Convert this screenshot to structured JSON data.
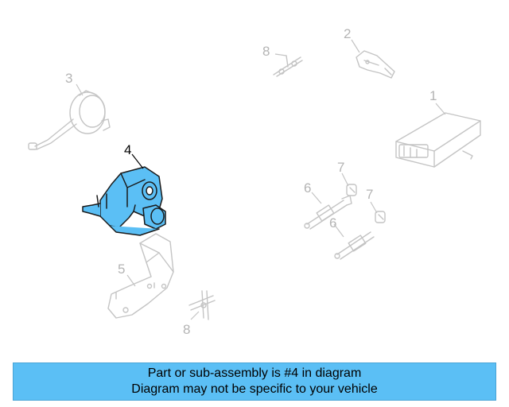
{
  "colors": {
    "banner_bg": "#5bbff5",
    "highlight": "#5bbff5",
    "ghost_stroke": "#c4c4c4",
    "ghost_label": "#b4b4b4"
  },
  "callouts": {
    "c1": "1",
    "c2": "2",
    "c3": "3",
    "c4": "4",
    "c5": "5",
    "c6a": "6",
    "c6b": "6",
    "c7a": "7",
    "c7b": "7",
    "c8a": "8",
    "c8b": "8"
  },
  "banner": {
    "line1": "Part or sub-assembly is #4 in diagram",
    "line2": "Diagram may not be specific to your vehicle"
  }
}
